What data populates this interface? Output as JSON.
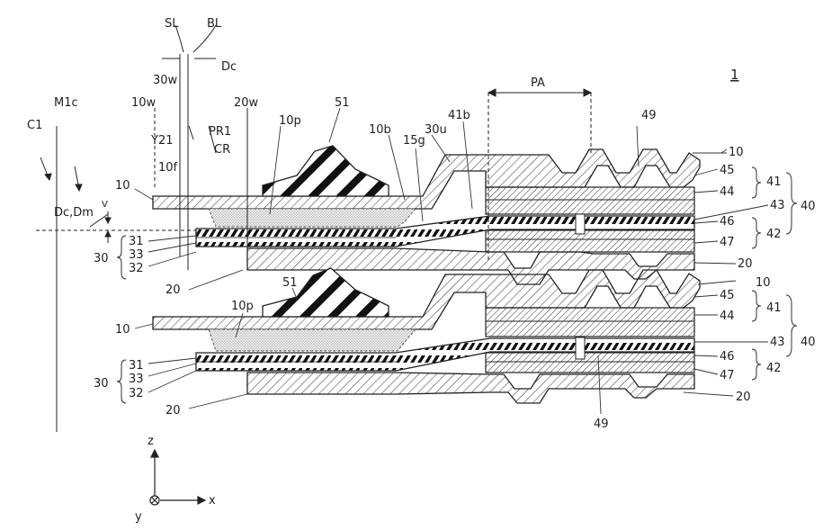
{
  "figure": {
    "figure_number": "1",
    "labels": {
      "SL": "SL",
      "BL": "BL",
      "Dc": "Dc",
      "Dc_Dm": "Dc,Dm",
      "c30w": "30w",
      "c10w": "10w",
      "c20w": "20w",
      "M1c": "M1c",
      "C1": "C1",
      "Y21": "Y21",
      "PR1": "PR1",
      "CR": "CR",
      "c10f": "10f",
      "c10p_top": "10p",
      "c51_top": "51",
      "c10b": "10b",
      "c15g": "15g",
      "c30u": "30u",
      "c41b": "41b",
      "PA": "PA",
      "c49_top": "49",
      "c10_right_top": "10",
      "c45_top": "45",
      "c44_top": "44",
      "c43_top": "43",
      "c46_top": "46",
      "c47_top": "47",
      "c41_top": "41",
      "c42_top": "42",
      "c40_top": "40",
      "c20_right_top": "20",
      "c10_left_top": "10",
      "c31_top": "31",
      "c33_top": "33",
      "c32_top": "32",
      "c30_top": "30",
      "c20_mid": "20",
      "c10p_bot": "10p",
      "c51_bot": "51",
      "c10_right_bot": "10",
      "c45_bot": "45",
      "c44_bot": "44",
      "c43_bot": "43",
      "c46_bot": "46",
      "c47_bot": "47",
      "c41_bot": "41",
      "c42_bot": "42",
      "c40_bot": "40",
      "c10_left_bot": "10",
      "c31_bot": "31",
      "c33_bot": "33",
      "c32_bot": "32",
      "c30_bot": "30",
      "c20_bot_left": "20",
      "c49_bot": "49",
      "c20_right_bot": "20",
      "V": "V"
    },
    "axes": {
      "z": "z",
      "y": "y",
      "x": "x"
    }
  }
}
